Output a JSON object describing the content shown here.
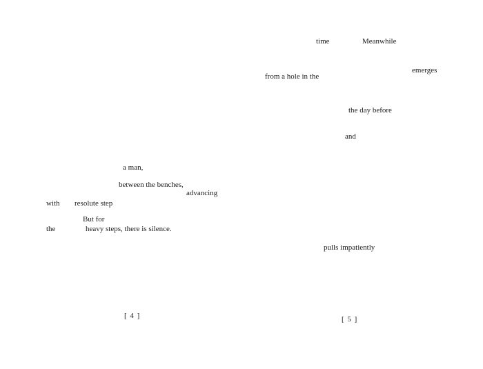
{
  "left_page": {
    "words": [
      "a man,",
      "between the benches,",
      "advancing",
      "with",
      "resolute step",
      "But for",
      "the",
      "heavy steps, there is silence."
    ],
    "page_number": "[ 4 ]"
  },
  "right_page": {
    "words": [
      "time",
      "Meanwhile",
      "emerges",
      "from a hole in the",
      "the day before",
      "and",
      "pulls impatiently"
    ],
    "page_number": "[ 5 ]"
  }
}
